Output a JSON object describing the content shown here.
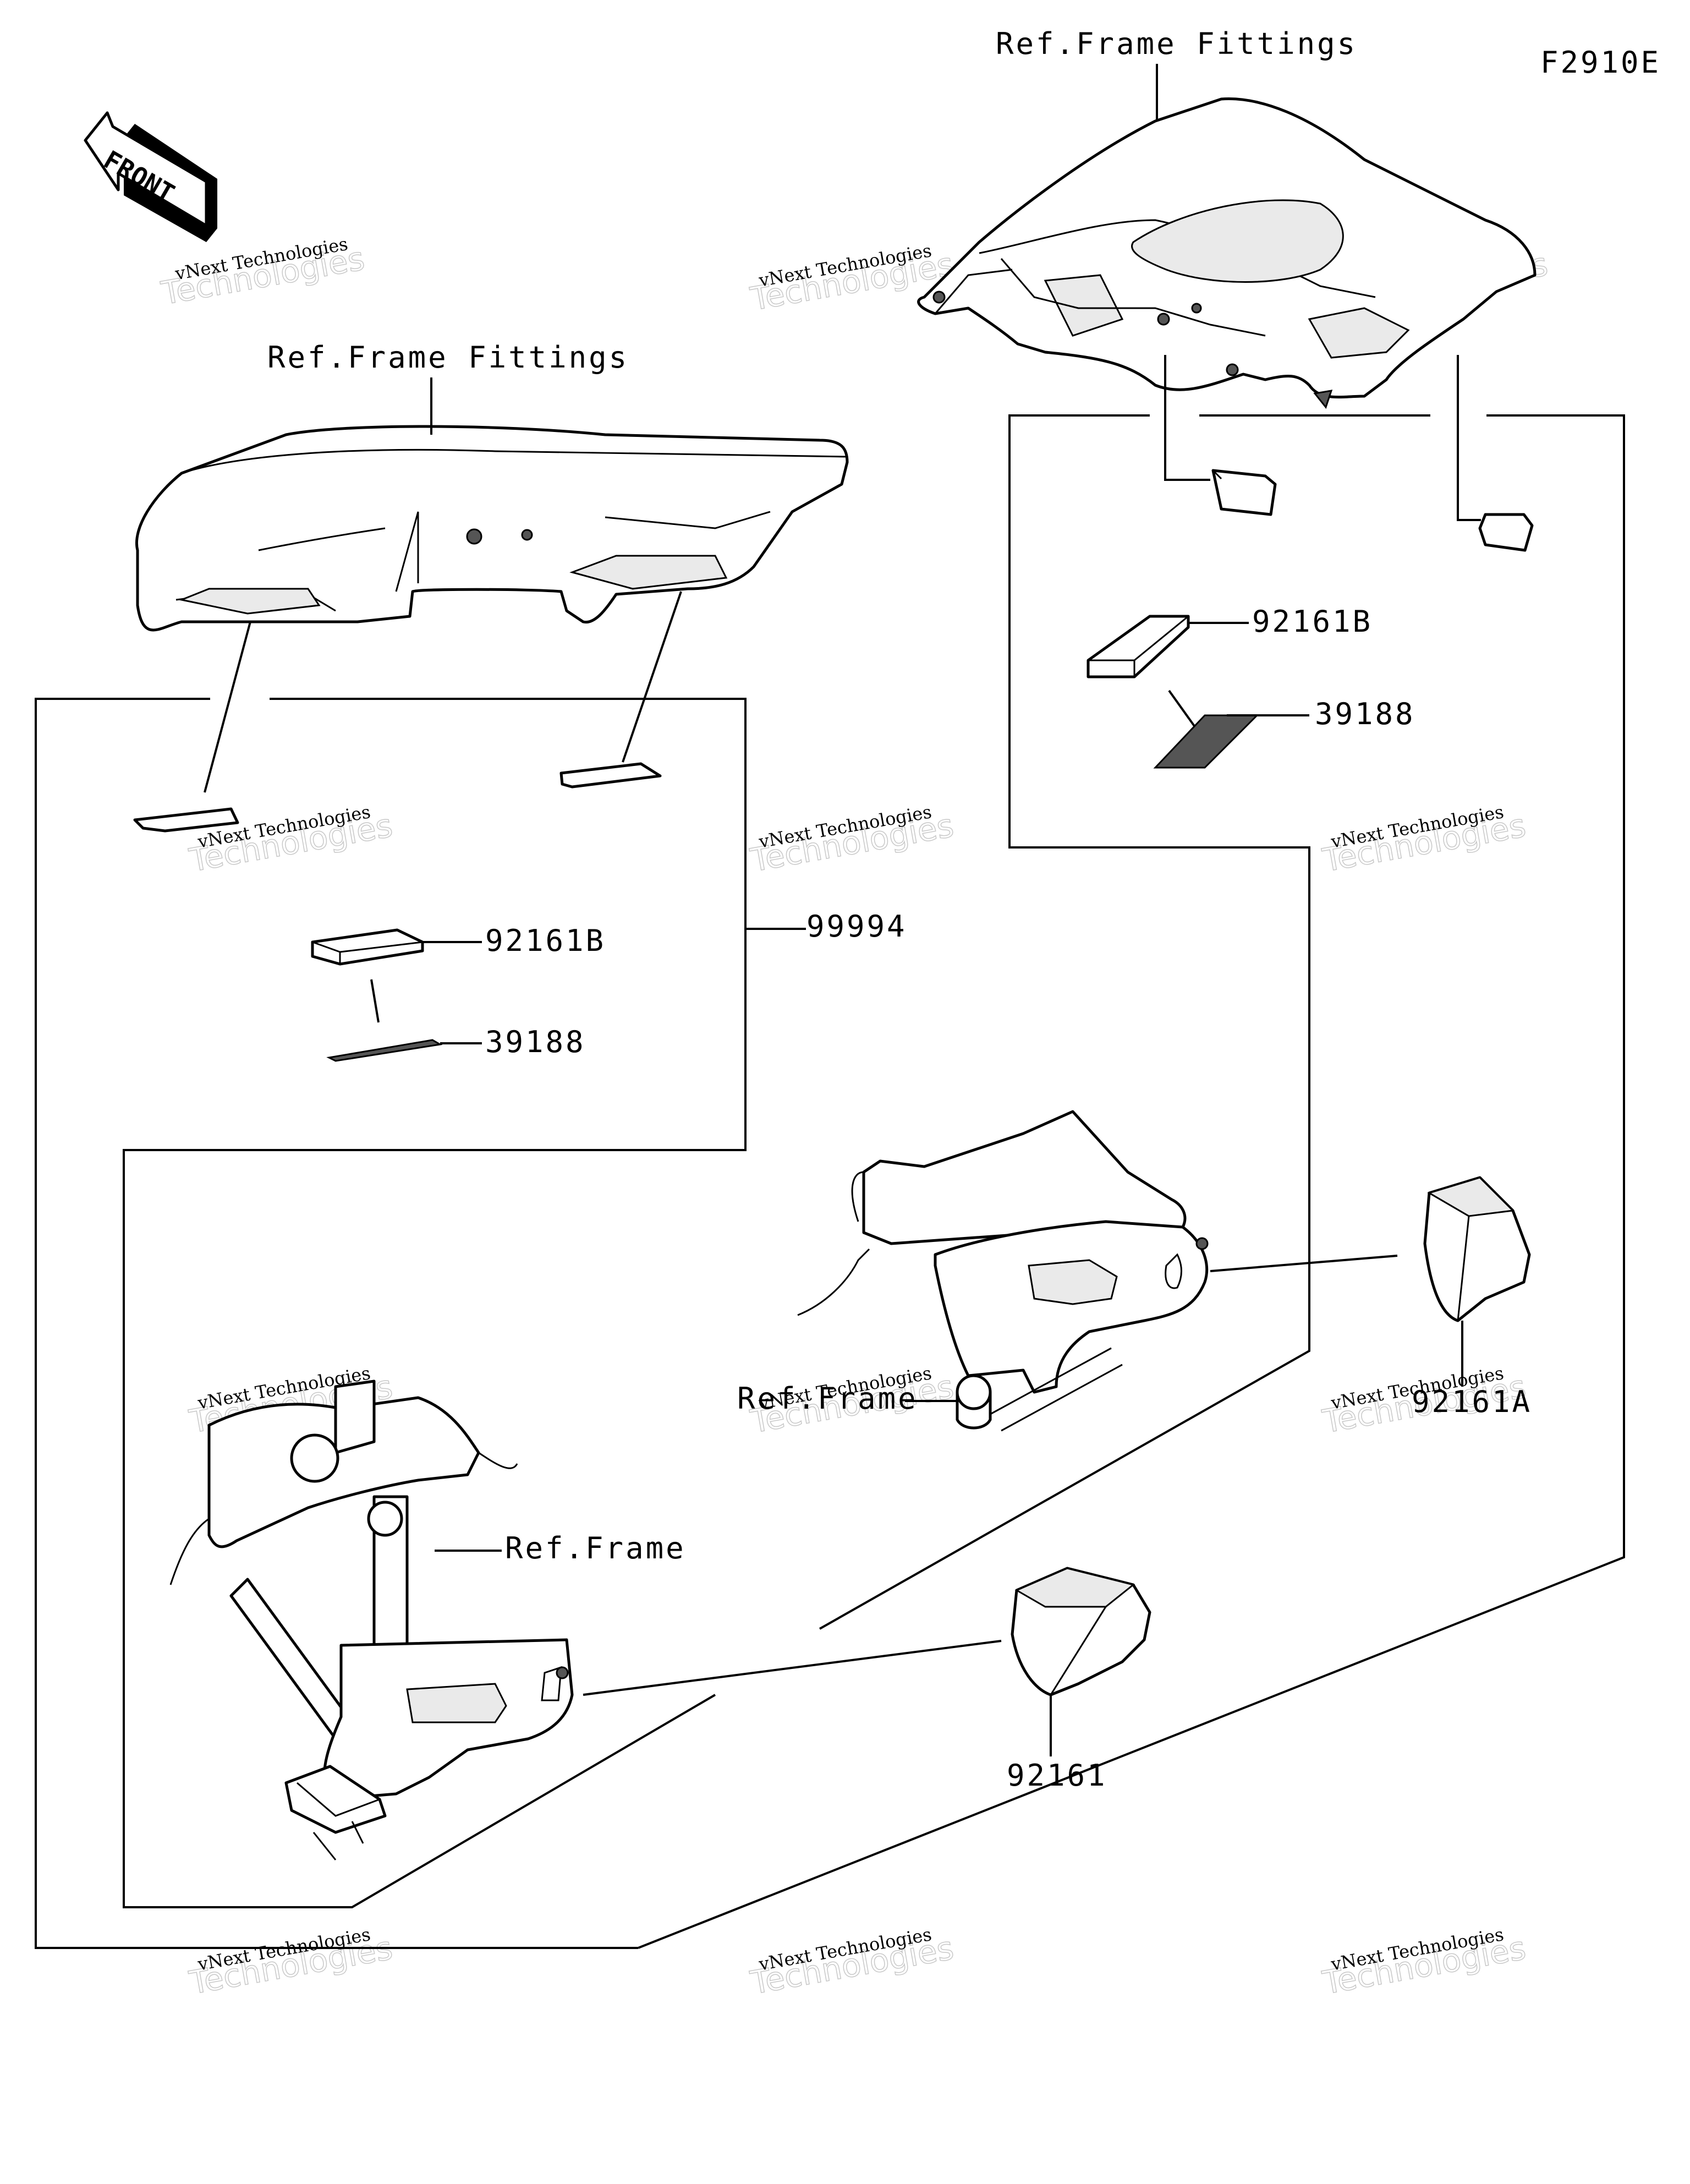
{
  "figure_code": "F2910E",
  "front_arrow": {
    "label": "FRONT"
  },
  "watermark": {
    "line1": "vNext Technologies",
    "line2": "Technologies",
    "line3": "vNext"
  },
  "left_panel": {
    "ref_label": "Ref.Frame Fittings",
    "part_a": "92161B",
    "part_b": "39188",
    "assembly": "99994"
  },
  "right_panel": {
    "ref_label": "Ref.Frame Fittings",
    "part_a": "92161B",
    "part_b": "39188"
  },
  "right_bracket": {
    "ref_label": "Ref.Frame",
    "part": "92161A"
  },
  "left_bracket": {
    "ref_label": "Ref.Frame",
    "part": "92161"
  }
}
